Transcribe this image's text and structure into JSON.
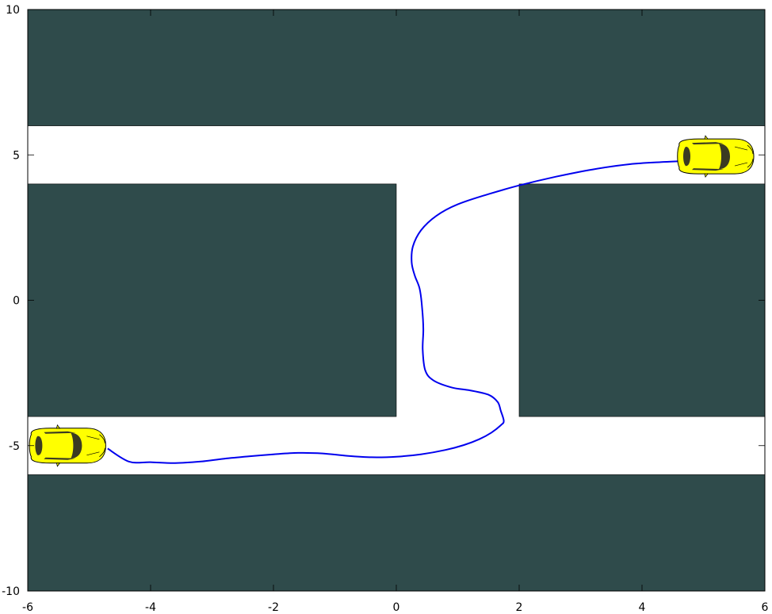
{
  "chart_data": {
    "type": "line",
    "title": "",
    "xlabel": "",
    "ylabel": "",
    "xlim": [
      -6,
      6
    ],
    "ylim": [
      -10,
      10
    ],
    "x_ticks": [
      -6,
      -4,
      -2,
      0,
      2,
      4,
      6
    ],
    "y_ticks": [
      -10,
      -5,
      0,
      5,
      10
    ],
    "x_tick_labels": [
      "-6",
      "-4",
      "-2",
      "0",
      "2",
      "4",
      "6"
    ],
    "y_tick_labels": [
      "-10",
      "-5",
      "0",
      "5",
      "10"
    ],
    "grid": false,
    "colors": {
      "obstacle": "#2f4b4b",
      "free_space": "#ffffff",
      "path": "#0000ee",
      "car_body": "#ffff00",
      "car_dark": "#3b3b22"
    },
    "obstacles": [
      {
        "name": "top-wall",
        "x0": -6,
        "y0": 6,
        "x1": 6,
        "y1": 10
      },
      {
        "name": "left-block",
        "x0": -6,
        "y0": -4,
        "x1": 0,
        "y1": 4
      },
      {
        "name": "right-block",
        "x0": 2,
        "y0": -4,
        "x1": 6,
        "y1": 4
      },
      {
        "name": "bottom-wall",
        "x0": -6,
        "y0": -10,
        "x1": 6,
        "y1": -6
      }
    ],
    "series": [
      {
        "x": [
          -4.7,
          -4.35,
          -4.0,
          -3.6,
          -3.2,
          -2.8,
          -2.4,
          -2.0,
          -1.6,
          -1.2,
          -0.8,
          -0.4,
          0.0,
          0.4,
          0.8,
          1.1,
          1.35,
          1.55,
          1.7,
          1.75,
          1.7,
          1.65,
          1.5,
          1.2,
          0.9,
          0.6,
          0.47,
          0.43,
          0.44,
          0.42,
          0.38,
          0.3,
          0.25,
          0.27,
          0.4,
          0.65,
          1.0,
          1.5,
          2.0,
          2.6,
          3.2,
          3.8,
          4.3,
          4.6
        ],
        "y": [
          -5.1,
          -5.55,
          -5.57,
          -5.6,
          -5.55,
          -5.45,
          -5.37,
          -5.3,
          -5.25,
          -5.27,
          -5.35,
          -5.4,
          -5.38,
          -5.3,
          -5.15,
          -4.98,
          -4.78,
          -4.55,
          -4.3,
          -4.15,
          -3.8,
          -3.5,
          -3.25,
          -3.1,
          -3.0,
          -2.75,
          -2.4,
          -1.7,
          -1.0,
          -0.25,
          0.4,
          0.85,
          1.3,
          1.85,
          2.4,
          2.9,
          3.3,
          3.65,
          3.95,
          4.25,
          4.5,
          4.68,
          4.75,
          4.78
        ]
      }
    ],
    "markers": [
      {
        "name": "start-car",
        "x": -5.35,
        "y": -5.0,
        "heading": "east"
      },
      {
        "name": "goal-car",
        "x": 5.2,
        "y": 4.95,
        "heading": "east"
      }
    ]
  }
}
